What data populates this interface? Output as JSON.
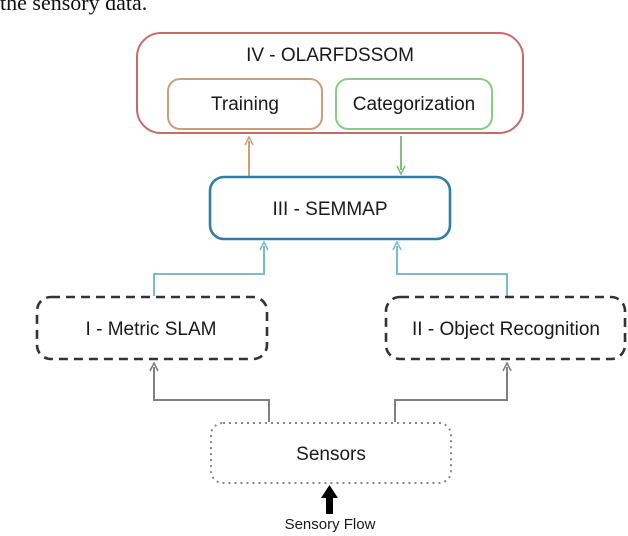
{
  "page_text": "the sensory data.",
  "nodes": {
    "olarfdssom": "IV - OLARFDSSOM",
    "training": "Training",
    "categorization": "Categorization",
    "semmap": "III - SEMMAP",
    "metric_slam": "I - Metric SLAM",
    "object_recognition": "II - Object Recognition",
    "sensors": "Sensors"
  },
  "sensory_flow": "Sensory Flow",
  "colors": {
    "olarfdssom_border": "#c96a6a",
    "training_border": "#c9a07a",
    "training_arrow": "#c9a07a",
    "categorization_border": "#8cc98c",
    "categorization_arrow": "#7fbf7f",
    "semmap_border": "#2e7fa6",
    "blue_connector": "#7db9d3",
    "dashed_border": "#333333",
    "sensors_border": "#888888",
    "gray_connector": "#808080",
    "sensory_flow_arrow": "#000000"
  }
}
